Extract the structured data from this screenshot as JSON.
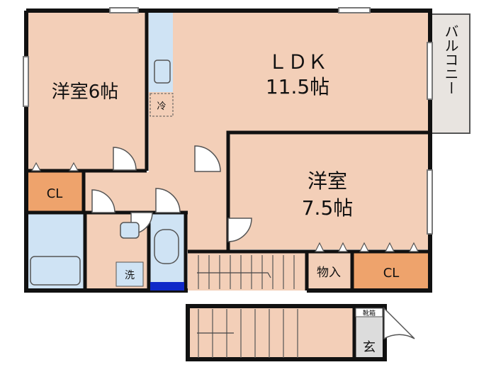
{
  "rooms": {
    "western_6": {
      "name": "洋室6帖"
    },
    "ldk": {
      "name": "ＬＤＫ",
      "size": "11.5帖"
    },
    "western_75": {
      "name": "洋室",
      "size": "7.5帖"
    },
    "balcony": {
      "name": "バルコニー"
    },
    "closet_left": {
      "name": "CL"
    },
    "closet_right": {
      "name": "CL"
    },
    "storage": {
      "name": "物入"
    },
    "entrance": {
      "name": "玄"
    },
    "shoe_box": {
      "name": "靴箱"
    },
    "fridge": {
      "name": "冷"
    },
    "washer": {
      "name": "洗"
    }
  },
  "colors": {
    "room": "#f3cfb8",
    "closet": "#eea36c",
    "wet": "#cfe3f4",
    "balcony": "#e8e4e0",
    "wall": "#111111",
    "floor_tile": "#dcdcdc",
    "accent_blue": "#1029c8"
  }
}
